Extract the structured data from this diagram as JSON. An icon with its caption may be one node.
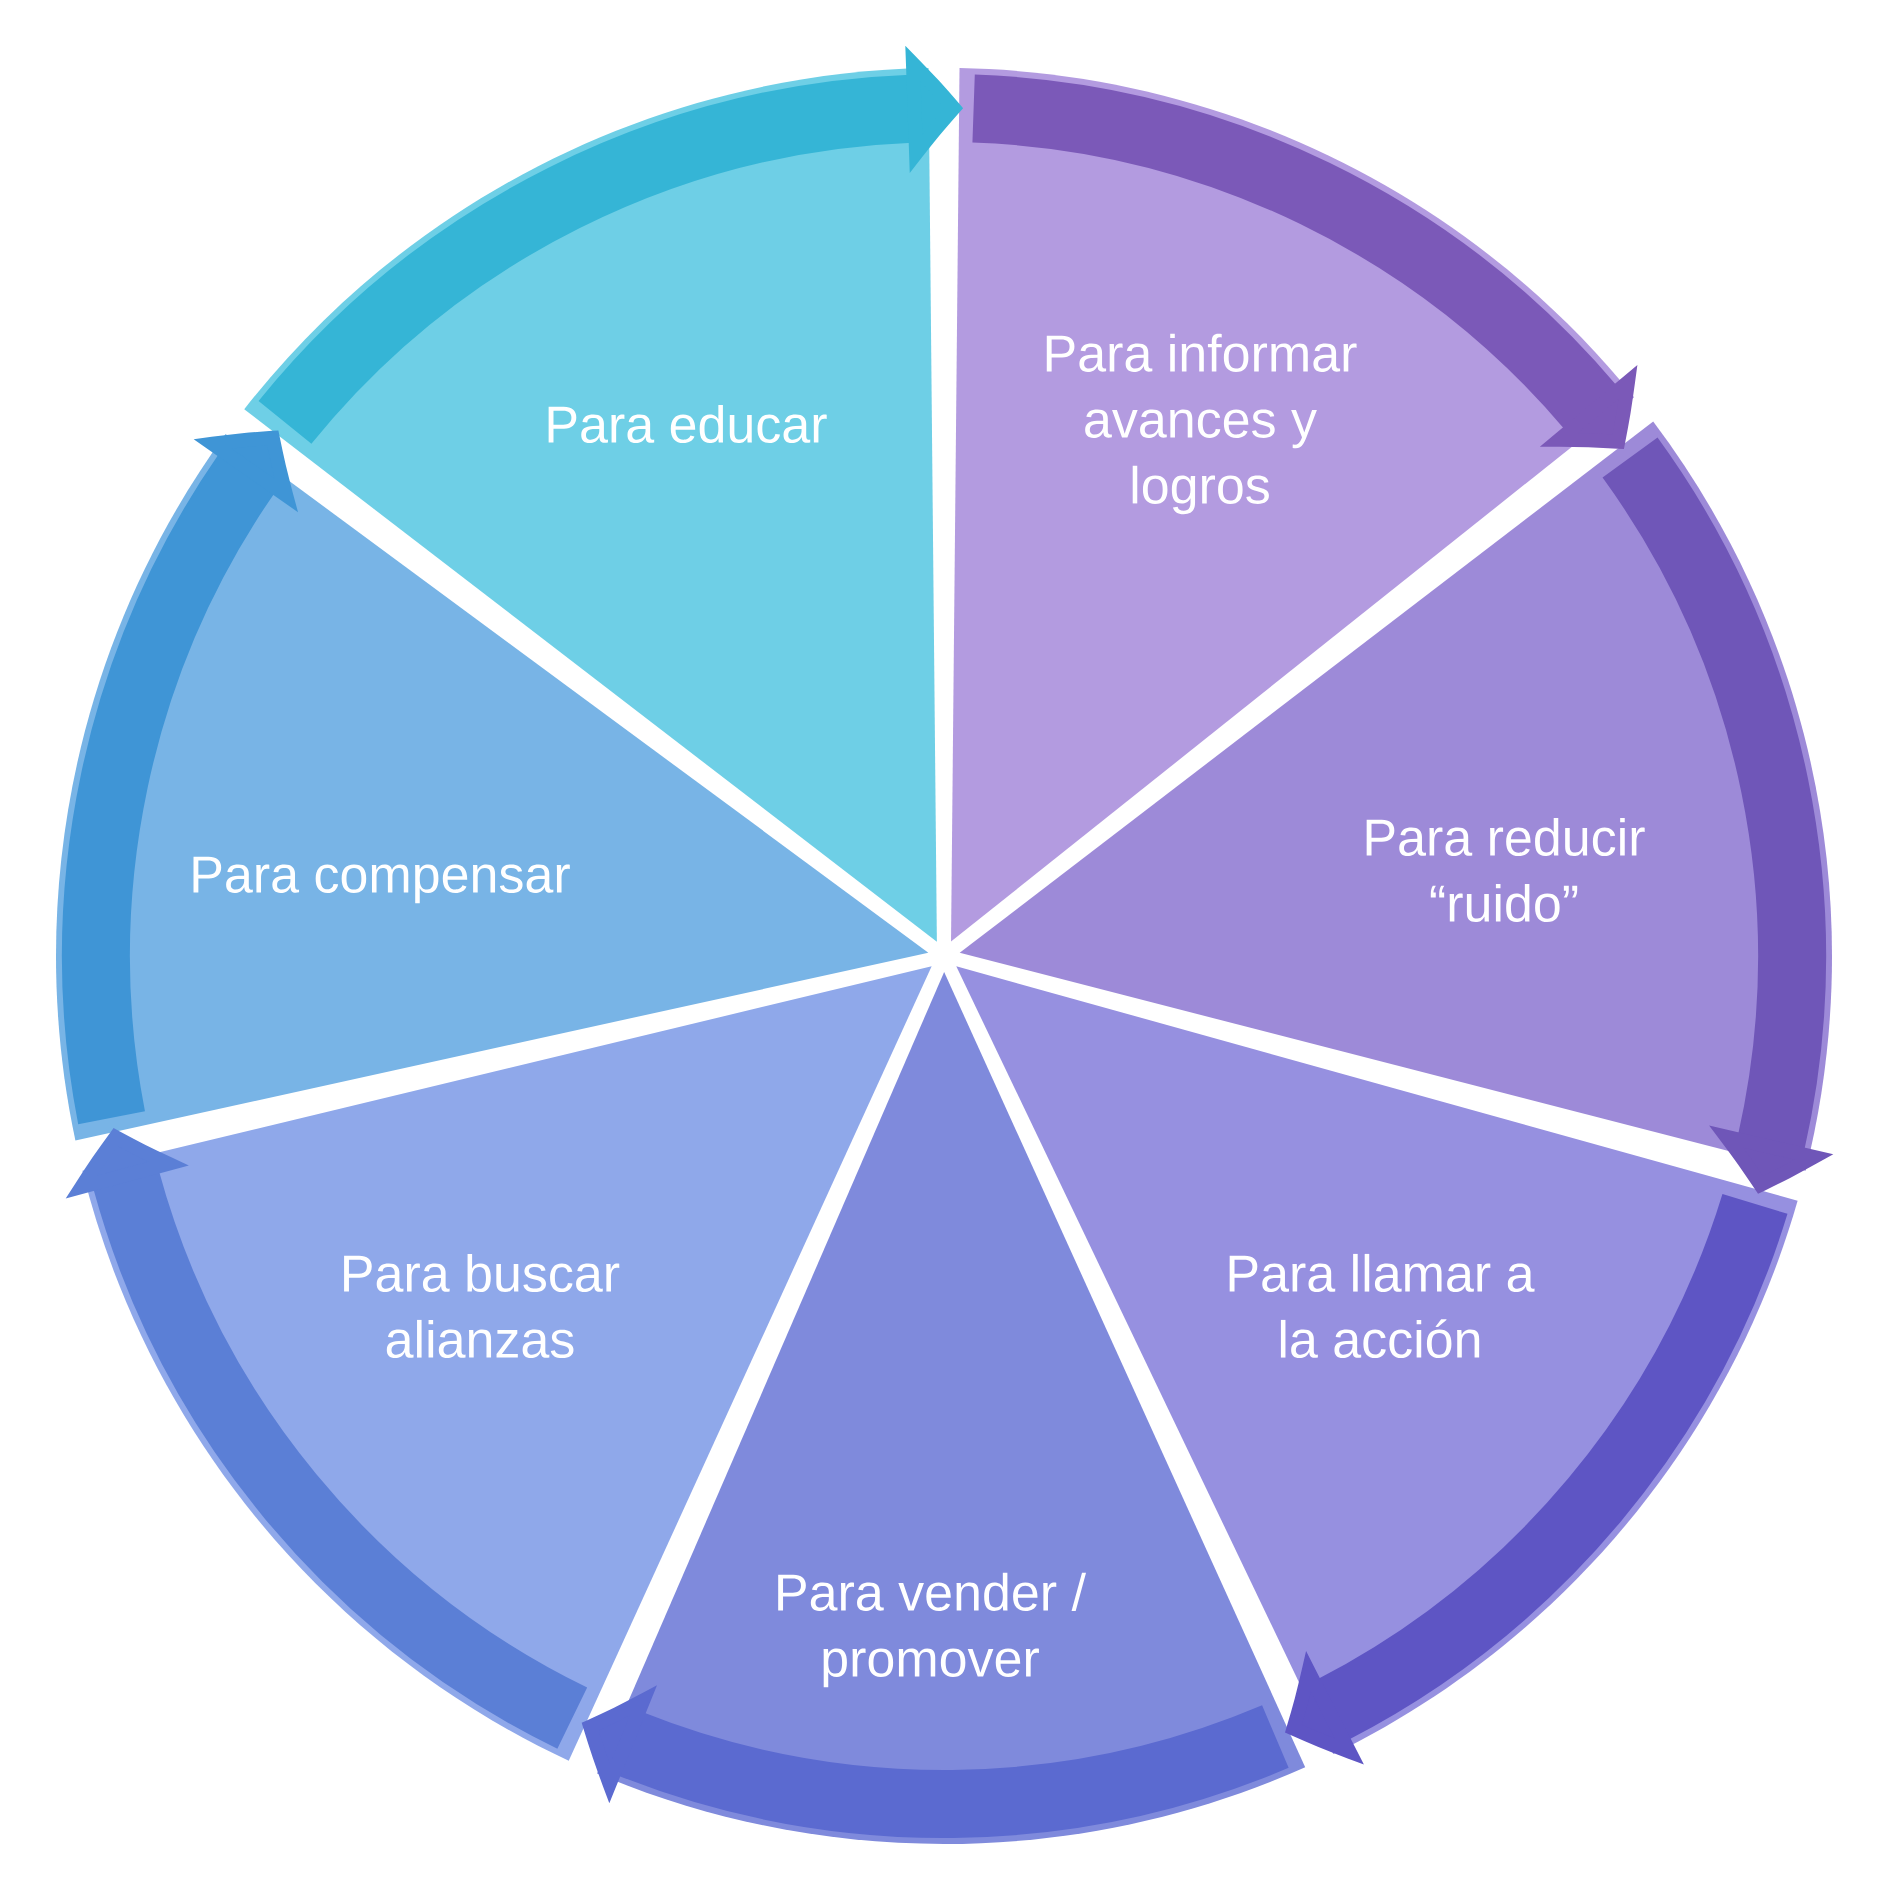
{
  "diagram": {
    "nodes": [
      {
        "text": [
          "Para informar avances y logros"
        ]
      },
      {
        "text": [
          "Para reducir “ruido”"
        ]
      },
      {
        "text": [
          "Para llamar a la acción"
        ]
      },
      {
        "text": [
          "Para vender / promover"
        ]
      },
      {
        "text": [
          "Para buscar alianzas"
        ]
      },
      {
        "text": [
          "Para compensar"
        ]
      },
      {
        "text": [
          "Para educar"
        ]
      }
    ],
    "edges": [
      {
        "from": 0,
        "to": 1,
        "arrow": "to",
        "color": "#7b59b8"
      },
      {
        "from": 1,
        "to": 2,
        "arrow": "to",
        "color": "#6f56b8"
      },
      {
        "from": 2,
        "to": 3,
        "arrow": "to",
        "color": "#5e55c4"
      },
      {
        "from": 3,
        "to": 4,
        "arrow": "to",
        "color": "#5b6ad0"
      },
      {
        "from": 4,
        "to": 5,
        "arrow": "to",
        "color": "#5b7fd6"
      },
      {
        "from": 5,
        "to": 6,
        "arrow": "to",
        "color": "#3f95d6"
      },
      {
        "from": 6,
        "to": 0,
        "arrow": "to",
        "color": "#35b5d6"
      }
    ]
  }
}
